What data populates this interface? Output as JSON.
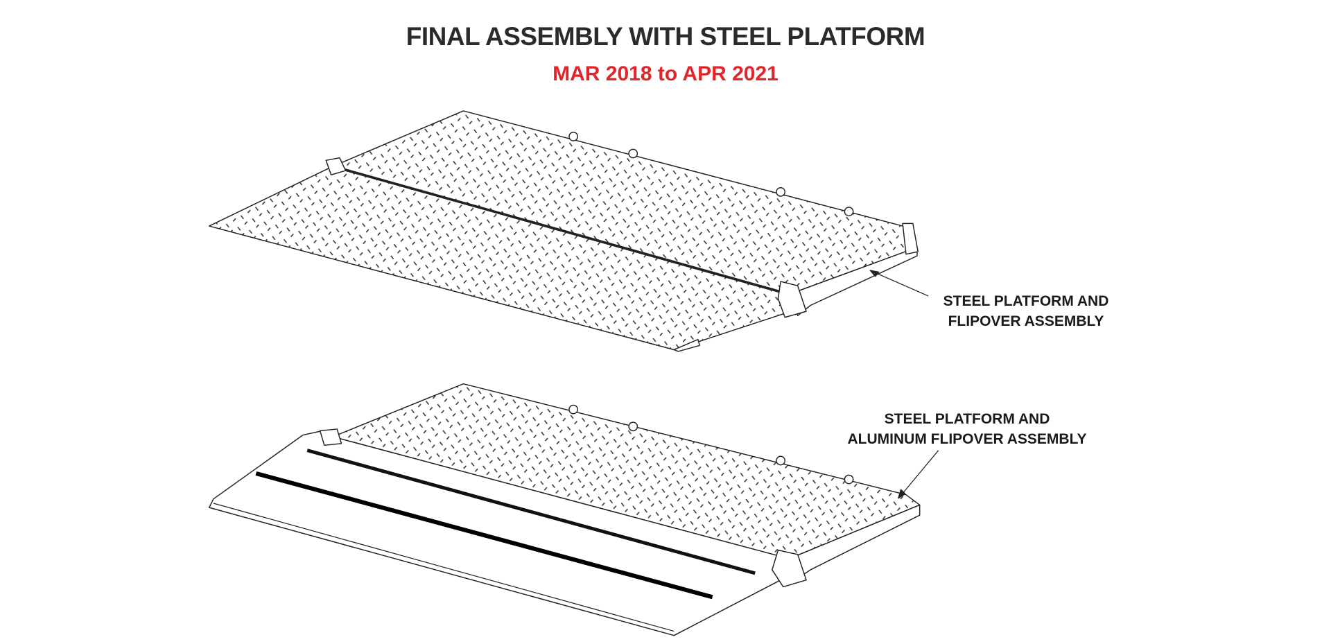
{
  "header": {
    "title": "FINAL ASSEMBLY WITH STEEL PLATFORM",
    "date_range": "MAR 2018 to APR 2021"
  },
  "colors": {
    "title": "#2b2b2b",
    "date_range": "#e0262b"
  },
  "callouts": [
    {
      "line1": "STEEL PLATFORM AND",
      "line2": "FLIPOVER ASSEMBLY"
    },
    {
      "line1": "STEEL PLATFORM AND",
      "line2": "ALUMINUM FLIPOVER ASSEMBLY"
    }
  ]
}
